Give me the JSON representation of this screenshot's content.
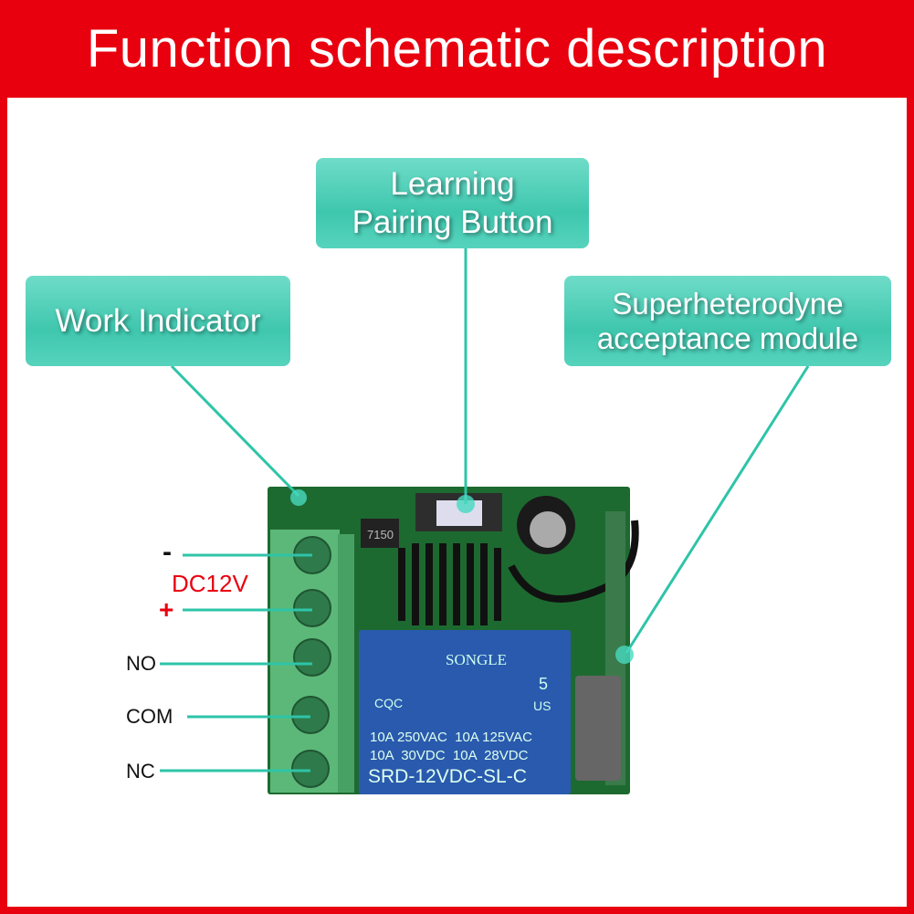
{
  "header": {
    "title": "Function schematic description"
  },
  "callouts": {
    "learning": [
      "Learning",
      "Pairing Button"
    ],
    "work": "Work Indicator",
    "super": [
      "Superheterodyne",
      "acceptance module"
    ]
  },
  "terminals": {
    "minus": "-",
    "dc": "DC12V",
    "plus": "+",
    "no": "NO",
    "com": "COM",
    "nc": "NC"
  },
  "board": {
    "regulator": "7150",
    "relay_brand": "SONGLE",
    "relay_cert": "CQC",
    "relay_num": "5",
    "relay_us": "US",
    "relay_r1": "10A 250VAC  10A 125VAC",
    "relay_r2": "10A  30VDC  10A  28VDC",
    "relay_model": "SRD-12VDC-SL-C"
  },
  "colors": {
    "header": "#e8000f",
    "callout": "#4fcfb8",
    "pcb": "#1d6a30",
    "relay": "#2a5aae"
  }
}
